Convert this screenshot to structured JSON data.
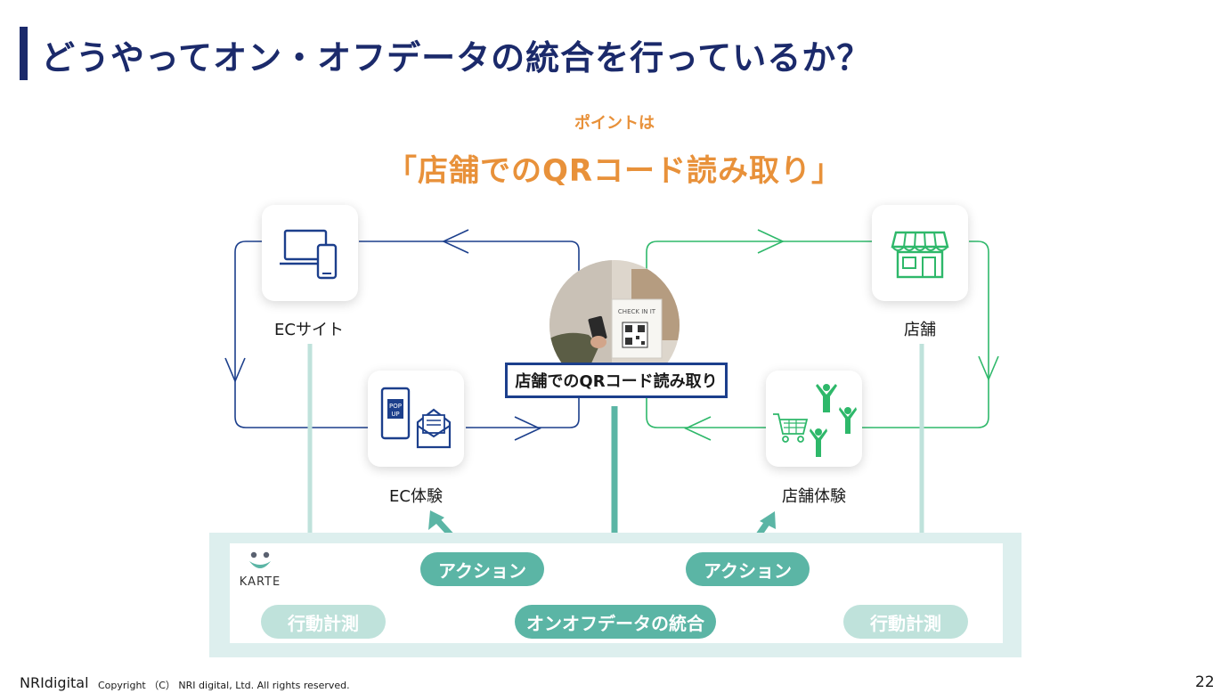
{
  "slide": {
    "title": "どうやってオン・オフデータの統合を行っているか？",
    "point_label": "ポイントは",
    "point_main": "「店舗でのQRコード読み取り」"
  },
  "nodes": {
    "ec_site": "ECサイト",
    "ec_experience": "EC体験",
    "store": "店舗",
    "store_experience": "店舗体験",
    "qr_reading": "店舗でのQRコード読み取り",
    "photo_sign": "CHECK IN IT"
  },
  "icons": {
    "ec_site": "laptop-smartphone-icon",
    "ec_experience": "popup-mail-icon",
    "store": "storefront-icon",
    "store_experience": "cart-people-icon",
    "popup_text_1": "POP",
    "popup_text_2": "UP"
  },
  "karte": {
    "logo_text": "KARTE",
    "action_left": "アクション",
    "action_right": "アクション",
    "measure_left": "行動計測",
    "measure_right": "行動計測",
    "integration": "オンオフデータの統合"
  },
  "footer": {
    "logo": "NRIdigital",
    "copyright": "Copyright （C） NRI digital, Ltd. All rights reserved.",
    "page": "22"
  },
  "colors": {
    "navy": "#1b2a6b",
    "orange": "#e8913a",
    "blue_line": "#1c3f8c",
    "green_line": "#2eb86a",
    "teal": "#5bb5a5",
    "teal_light": "#bfe2db"
  }
}
